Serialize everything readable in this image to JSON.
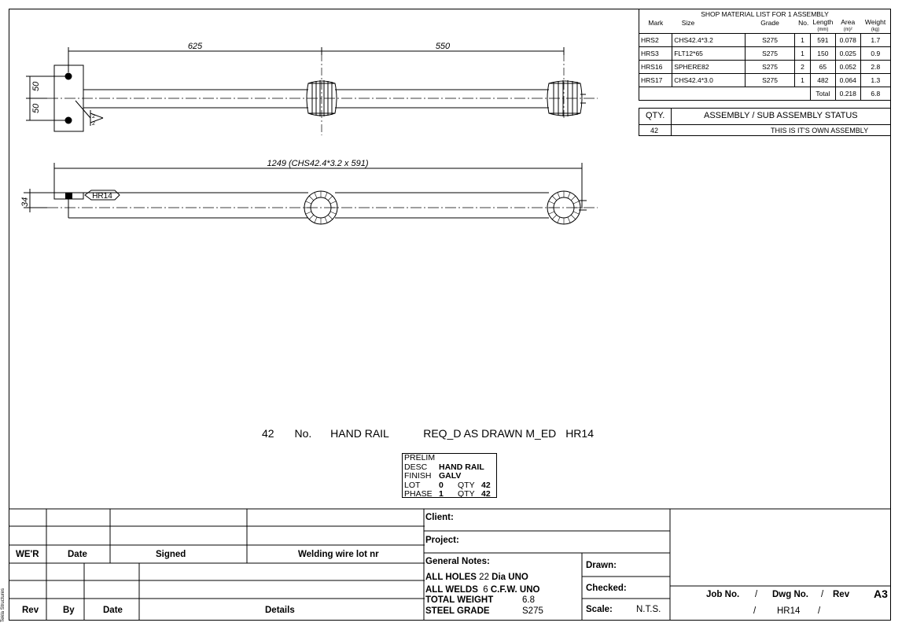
{
  "material_list": {
    "title": "SHOP MATERIAL LIST FOR 1 ASSEMBLY",
    "headers": {
      "mark": "Mark",
      "size": "Size",
      "grade": "Grade",
      "no": "No.",
      "length": "Length",
      "length_unit": "(mm)",
      "area": "Area",
      "area_unit": "(m)²",
      "weight": "Weight",
      "weight_unit": "(kg)"
    },
    "rows": [
      {
        "mark": "HRS2",
        "size": "CHS42.4*3.2",
        "grade": "S275",
        "no": "1",
        "length": "591",
        "area": "0.078",
        "weight": "1.7"
      },
      {
        "mark": "HRS3",
        "size": "FLT12*65",
        "grade": "S275",
        "no": "1",
        "length": "150",
        "area": "0.025",
        "weight": "0.9"
      },
      {
        "mark": "HRS16",
        "size": "SPHERE82",
        "grade": "S275",
        "no": "2",
        "length": "65",
        "area": "0.052",
        "weight": "2.8"
      },
      {
        "mark": "HRS17",
        "size": "CHS42.4*3.0",
        "grade": "S275",
        "no": "1",
        "length": "482",
        "area": "0.064",
        "weight": "1.3"
      }
    ],
    "total_label": "Total",
    "total_area": "0.218",
    "total_weight": "6.8"
  },
  "status": {
    "qty_label": "QTY.",
    "title": "ASSEMBLY / SUB ASSEMBLY STATUS",
    "qty": "42",
    "status_text": "THIS IS IT'S OWN ASSEMBLY"
  },
  "drawing": {
    "dim_625": "625",
    "dim_550": "550",
    "dim_50a": "50",
    "dim_50b": "50",
    "weld_2a": "2",
    "weld_2b": "2",
    "dim_overall": "1249 (CHS42.4*3.2 x 591)",
    "dim_34": "34",
    "tag": "HR14"
  },
  "title_line": {
    "qty": "42",
    "no": "No.",
    "desc": "HAND RAIL",
    "req": "REQ_D AS DRAWN M_ED",
    "mark": "HR14"
  },
  "prelim": {
    "prelim": "PRELIM",
    "desc_label": "DESC",
    "desc": "HAND RAIL",
    "finish_label": "FINISH",
    "finish": "GALV",
    "lot_label": "LOT",
    "lot": "0",
    "qty_label": "QTY",
    "lot_qty": "42",
    "phase_label": "PHASE",
    "phase": "1",
    "phase_qty": "42"
  },
  "title_block": {
    "wer": "WE'R",
    "date": "Date",
    "signed": "Signed",
    "wire": "Welding wire lot nr",
    "rev": "Rev",
    "by": "By",
    "date2": "Date",
    "details": "Details",
    "client": "Client:",
    "project": "Project:",
    "general_notes": "General Notes:",
    "all_holes_label": "ALL HOLES",
    "all_holes_val": "22",
    "all_holes_unit": "Dia UNO",
    "all_welds_label": "ALL WELDS",
    "all_welds_val": "6",
    "all_welds_unit": "C.F.W. UNO",
    "total_weight_label": "TOTAL WEIGHT",
    "total_weight": "6.8",
    "steel_grade_label": "STEEL GRADE",
    "steel_grade": "S275",
    "drawn": "Drawn:",
    "checked": "Checked:",
    "scale": "Scale:",
    "scale_val": "N.T.S.",
    "job_no": "Job No.",
    "sep1": "/",
    "dwg_no": "Dwg No.",
    "sep2": "/",
    "rev_label": "Rev",
    "sheet": "A3",
    "slash_a": "/",
    "dwg_val": "HR14",
    "slash_b": "/",
    "side_text": "Tekla Structures"
  }
}
